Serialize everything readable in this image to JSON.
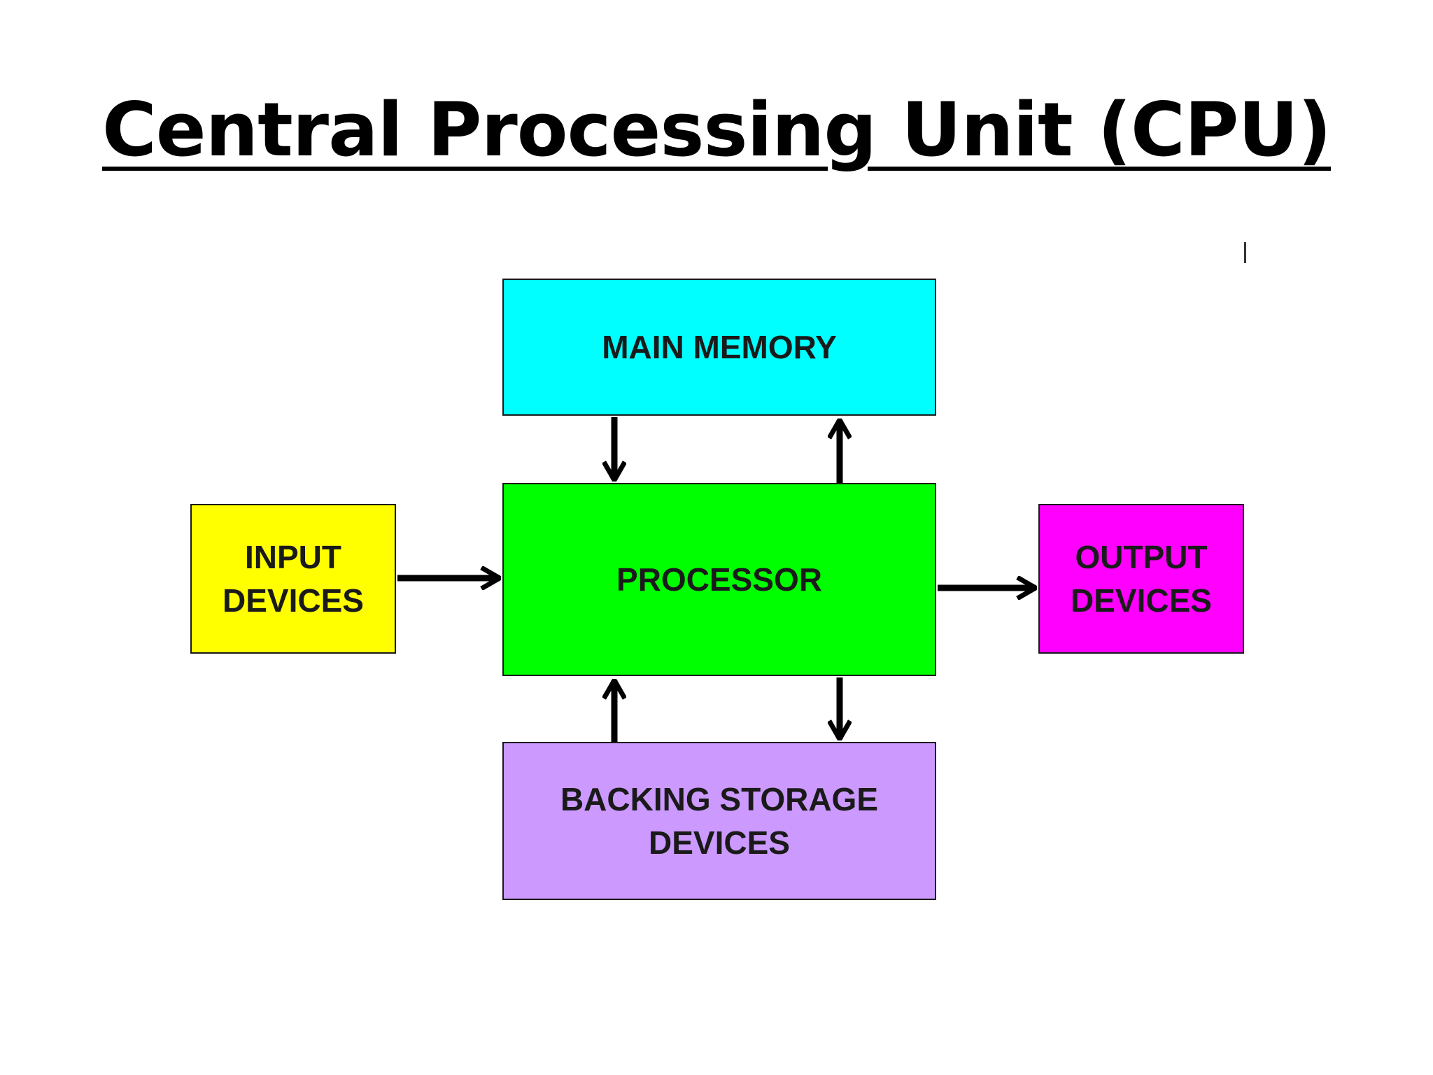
{
  "title": "Central Processing Unit (CPU)",
  "diagram": {
    "boxes": {
      "main_memory": {
        "label": "MAIN MEMORY",
        "color": "#00FFFF"
      },
      "processor": {
        "label": "PROCESSOR",
        "color": "#00FF00"
      },
      "input_devices": {
        "label": "INPUT\nDEVICES",
        "color": "#FFFF00"
      },
      "output_devices": {
        "label": "OUTPUT\nDEVICES",
        "color": "#FF00FF"
      },
      "backing_storage": {
        "label": "BACKING STORAGE\nDEVICES",
        "color": "#CC99FF"
      }
    },
    "connections": [
      {
        "from": "main_memory",
        "to": "processor"
      },
      {
        "from": "processor",
        "to": "main_memory"
      },
      {
        "from": "input_devices",
        "to": "processor"
      },
      {
        "from": "processor",
        "to": "output_devices"
      },
      {
        "from": "backing_storage",
        "to": "processor"
      },
      {
        "from": "processor",
        "to": "backing_storage"
      }
    ]
  }
}
